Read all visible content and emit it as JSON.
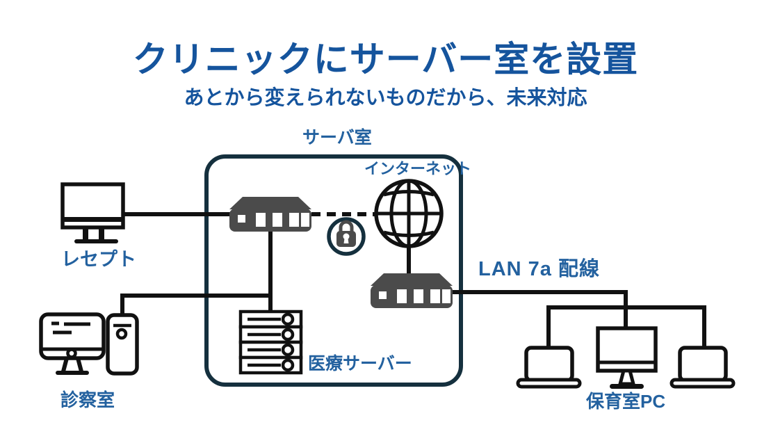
{
  "title": "クリニックにサーバー室を設置",
  "subtitle": "あとから変えられないものだから、未来対応",
  "labels": {
    "server_room": "サーバ室",
    "internet": "インターネット",
    "recept": "レセプト",
    "medical_server": "医療サーバー",
    "lan": "LAN 7a 配線",
    "exam_room": "診察室",
    "nursery": "保育室PC"
  },
  "colors": {
    "title_blue": "#15549d",
    "label_blue": "#23619f",
    "box_border": "#15303e",
    "device_gray": "#4b4b4b",
    "line_black": "#111111",
    "background": "#ffffff"
  }
}
